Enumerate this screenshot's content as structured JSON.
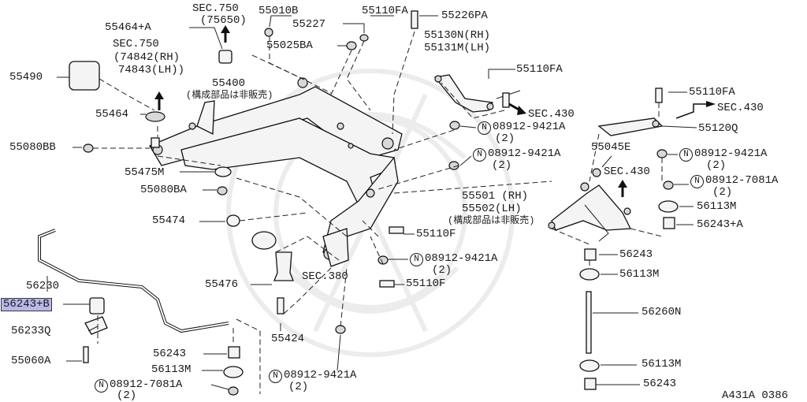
{
  "diagram": {
    "reference_code": "A431A 0386",
    "highlighted_part": "56243+B",
    "labels": {
      "sec750_a": "SEC.750",
      "sec750_a_sub": "(75650)",
      "p55010B": "55010B",
      "p55110FA_top": "55110FA",
      "p55226PA": "55226PA",
      "p55464A": "55464+A",
      "p55227": "55227",
      "sec750_b": "SEC.750",
      "sec750_b_rh": "(74842(RH)",
      "sec750_b_lh": "74843(LH))",
      "p55025BA": "55025BA",
      "p55130N": "55130N(RH)",
      "p55131M": "55131M(LH)",
      "p55490": "55490",
      "p55400": "55400",
      "note_400": "(構成部品は非販売)",
      "p55110FA_mid": "55110FA",
      "p55110FA_right": "55110FA",
      "p55464": "55464",
      "sec430_a": "SEC.430",
      "sec430_b": "SEC.430",
      "p55080BB": "55080BB",
      "n08912_9421A_1": "08912-9421A",
      "n08912_9421A_1q": "(2)",
      "p55120Q": "55120Q",
      "p55045E": "55045E",
      "n08912_9421A_2": "08912-9421A",
      "n08912_9421A_2q": "(2)",
      "n08912_9421A_3": "08912-9421A",
      "n08912_9421A_3q": "(2)",
      "p55475M": "55475M",
      "sec430_c": "SEC.430",
      "n08912_7081A_r": "08912-7081A",
      "n08912_7081A_rq": "(2)",
      "p55080BA": "55080BA",
      "p55501": "55501 (RH)",
      "p55502": "55502(LH)",
      "note_502": "(構成部品は非販売)",
      "p56113M_r1": "56113M",
      "p55474": "55474",
      "p56243A": "56243+A",
      "p55110F_1": "55110F",
      "n08912_9421A_4": "08912-9421A",
      "n08912_9421A_4q": "(2)",
      "p56230": "56230",
      "p56243_r1": "56243",
      "sec380": "SEC.380",
      "p56113M_r2": "56113M",
      "p55476": "55476",
      "p55110F_2": "55110F",
      "p56243B": "56243+B",
      "p56260N": "56260N",
      "p56233Q": "56233Q",
      "p55424": "55424",
      "p56243_l": "56243",
      "p55060A": "55060A",
      "p56113M_l": "56113M",
      "p56113M_r3": "56113M",
      "n08912_7081A_l": "08912-7081A",
      "n08912_7081A_lq": "(2)",
      "n08912_9421A_5": "08912-9421A",
      "n08912_9421A_5q": "(2)",
      "p56243_r2": "56243",
      "circle_n": "N"
    }
  }
}
